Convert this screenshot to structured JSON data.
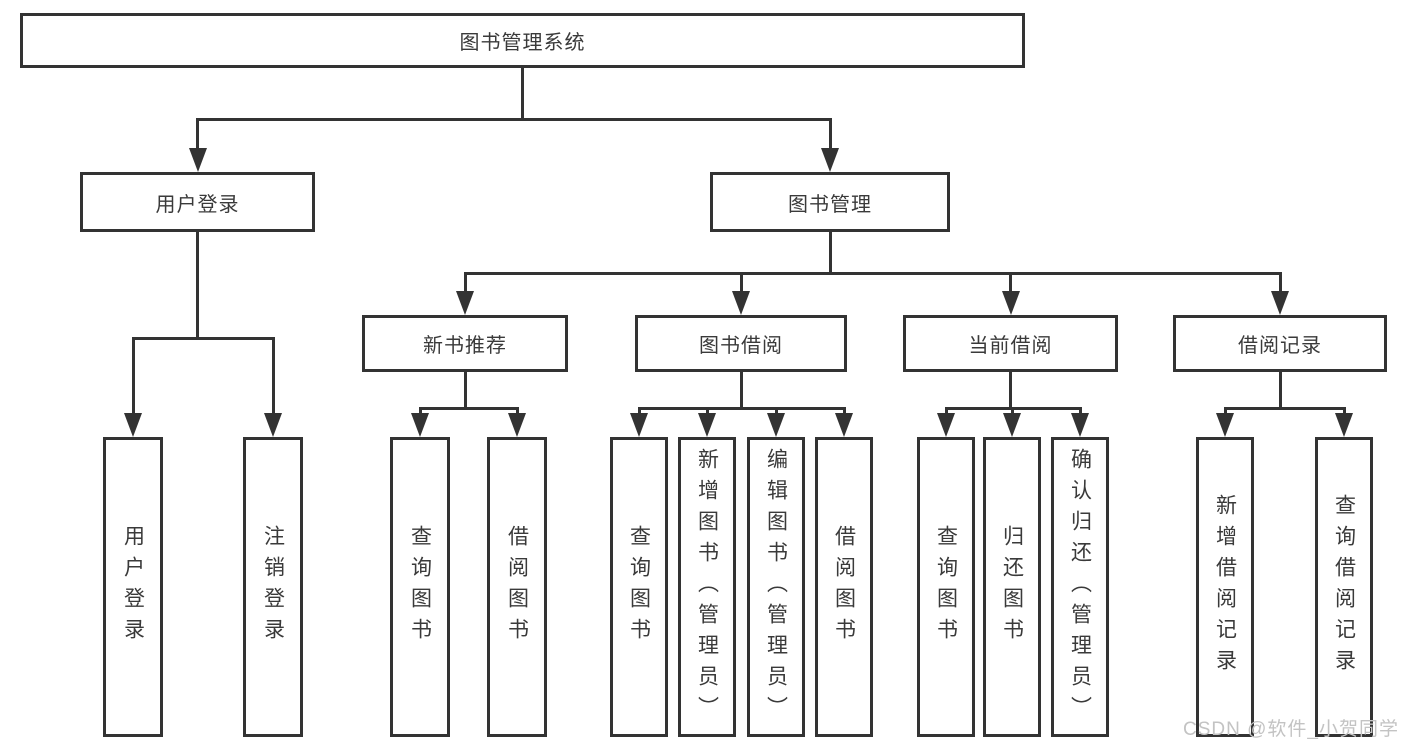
{
  "style": {
    "background": "#ffffff",
    "line_color": "#333333",
    "text_color": "#3a3a3a",
    "watermark_color": "#c3c3c3"
  },
  "nodes": {
    "root": {
      "label": "图书管理系统"
    },
    "user-login": {
      "label": "用户登录"
    },
    "book-mgmt": {
      "label": "图书管理"
    },
    "new-book-rec": {
      "label": "新书推荐"
    },
    "book-borrow": {
      "label": "图书借阅"
    },
    "current-borrow": {
      "label": "当前借阅"
    },
    "borrow-record": {
      "label": "借阅记录"
    },
    "leaf-user-login": {
      "label": "用户登录"
    },
    "leaf-logout": {
      "label": "注销登录"
    },
    "leaf-query-book-1": {
      "label": "查询图书"
    },
    "leaf-borrow-book-1": {
      "label": "借阅图书"
    },
    "leaf-query-book-2": {
      "label": "查询图书"
    },
    "leaf-add-book": {
      "label": "新增图书（管理员）"
    },
    "leaf-edit-book": {
      "label": "编辑图书（管理员）"
    },
    "leaf-borrow-book-2": {
      "label": "借阅图书"
    },
    "leaf-query-book-3": {
      "label": "查询图书"
    },
    "leaf-return-book": {
      "label": "归还图书"
    },
    "leaf-confirm-return": {
      "label": "确认归还（管理员）"
    },
    "leaf-add-borrow-record": {
      "label": "新增借阅记录"
    },
    "leaf-query-borrow-record": {
      "label": "查询借阅记录"
    }
  },
  "hierarchy": [
    {
      "parent": "root",
      "children": [
        "user-login",
        "book-mgmt"
      ]
    },
    {
      "parent": "user-login",
      "children": [
        "leaf-user-login",
        "leaf-logout"
      ]
    },
    {
      "parent": "book-mgmt",
      "children": [
        "new-book-rec",
        "book-borrow",
        "current-borrow",
        "borrow-record"
      ]
    },
    {
      "parent": "new-book-rec",
      "children": [
        "leaf-query-book-1",
        "leaf-borrow-book-1"
      ]
    },
    {
      "parent": "book-borrow",
      "children": [
        "leaf-query-book-2",
        "leaf-add-book",
        "leaf-edit-book",
        "leaf-borrow-book-2"
      ]
    },
    {
      "parent": "current-borrow",
      "children": [
        "leaf-query-book-3",
        "leaf-return-book",
        "leaf-confirm-return"
      ]
    },
    {
      "parent": "borrow-record",
      "children": [
        "leaf-add-borrow-record",
        "leaf-query-borrow-record"
      ]
    }
  ],
  "watermark": {
    "text": "CSDN @软件_小贺同学"
  }
}
